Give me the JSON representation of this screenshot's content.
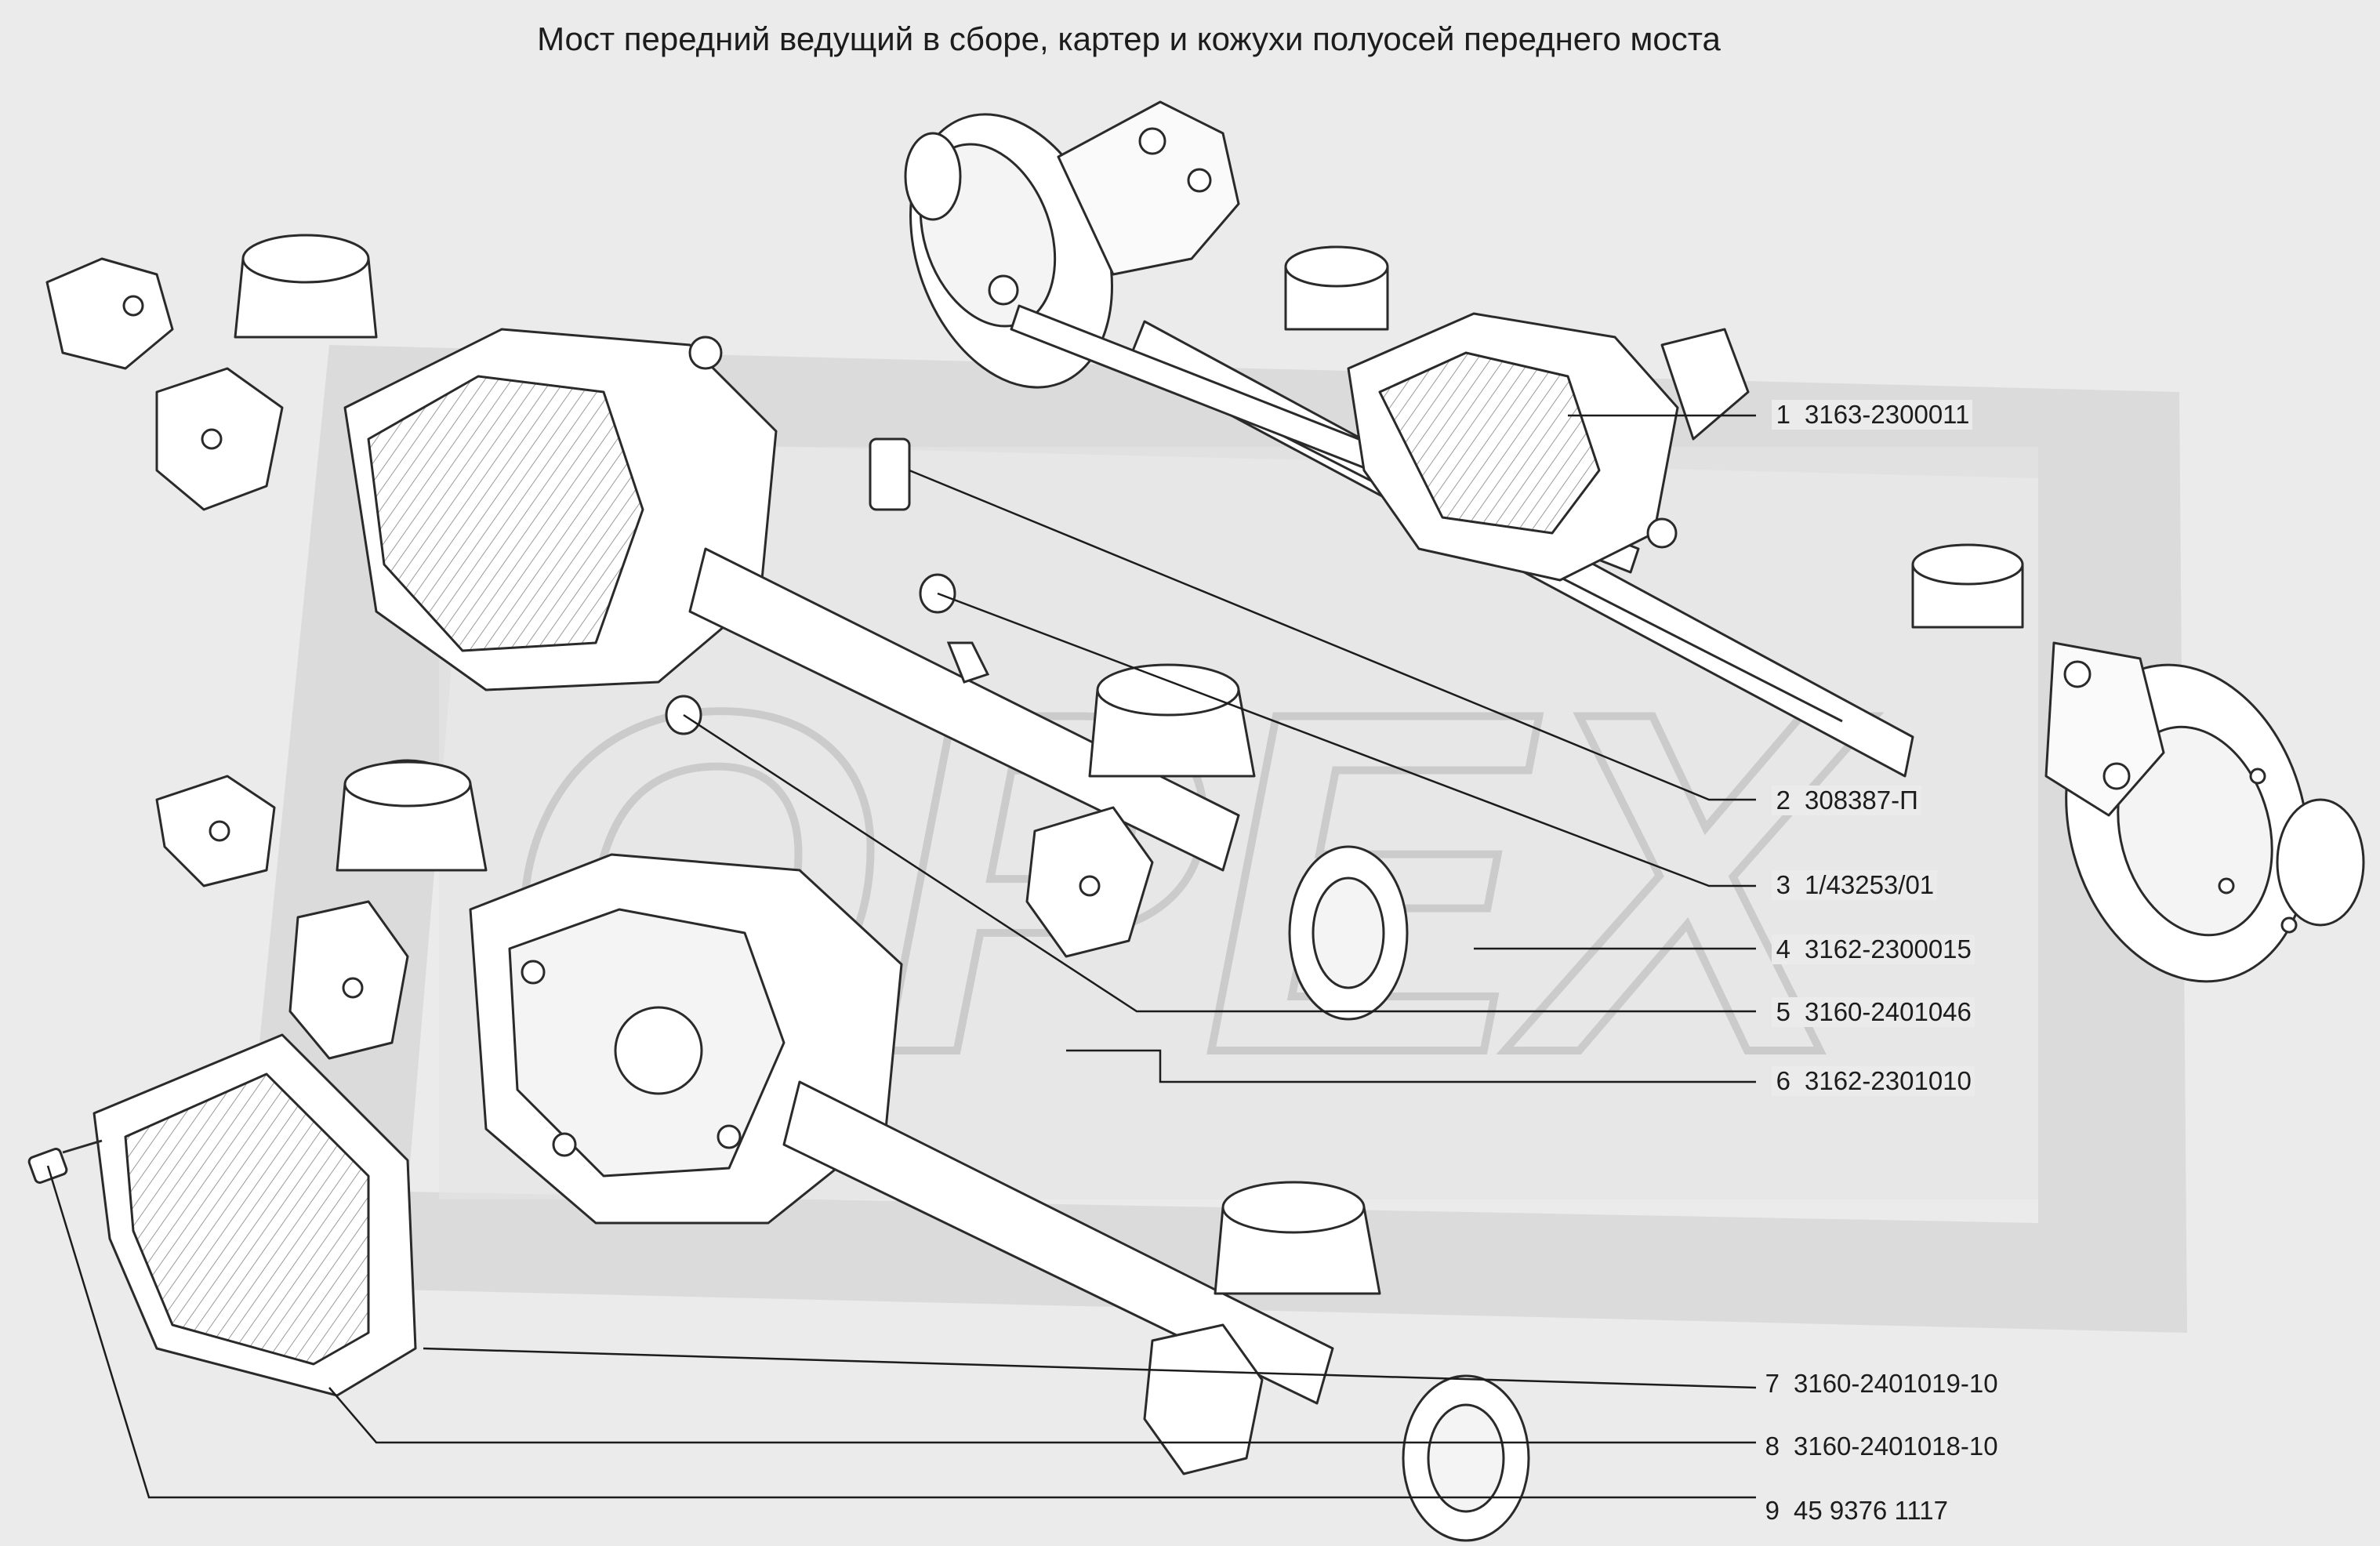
{
  "title": "Мост передний ведущий в сборе, картер и кожухи полуосей переднего моста",
  "watermark": "OPEX",
  "colors": {
    "background": "#ebebeb",
    "line": "#2a2a2a",
    "part_fill": "#ffffff",
    "watermark": "#d8d8d8"
  },
  "callouts": [
    {
      "num": "1",
      "part": "3163-2300011"
    },
    {
      "num": "2",
      "part": "308387-П"
    },
    {
      "num": "3",
      "part": "1/43253/01"
    },
    {
      "num": "4",
      "part": "3162-2300015"
    },
    {
      "num": "5",
      "part": "3160-2401046"
    },
    {
      "num": "6",
      "part": "3162-2301010"
    },
    {
      "num": "7",
      "part": "3160-2401019-10"
    },
    {
      "num": "8",
      "part": "3160-2401018-10"
    },
    {
      "num": "9",
      "part": "45 9376 1117"
    }
  ]
}
